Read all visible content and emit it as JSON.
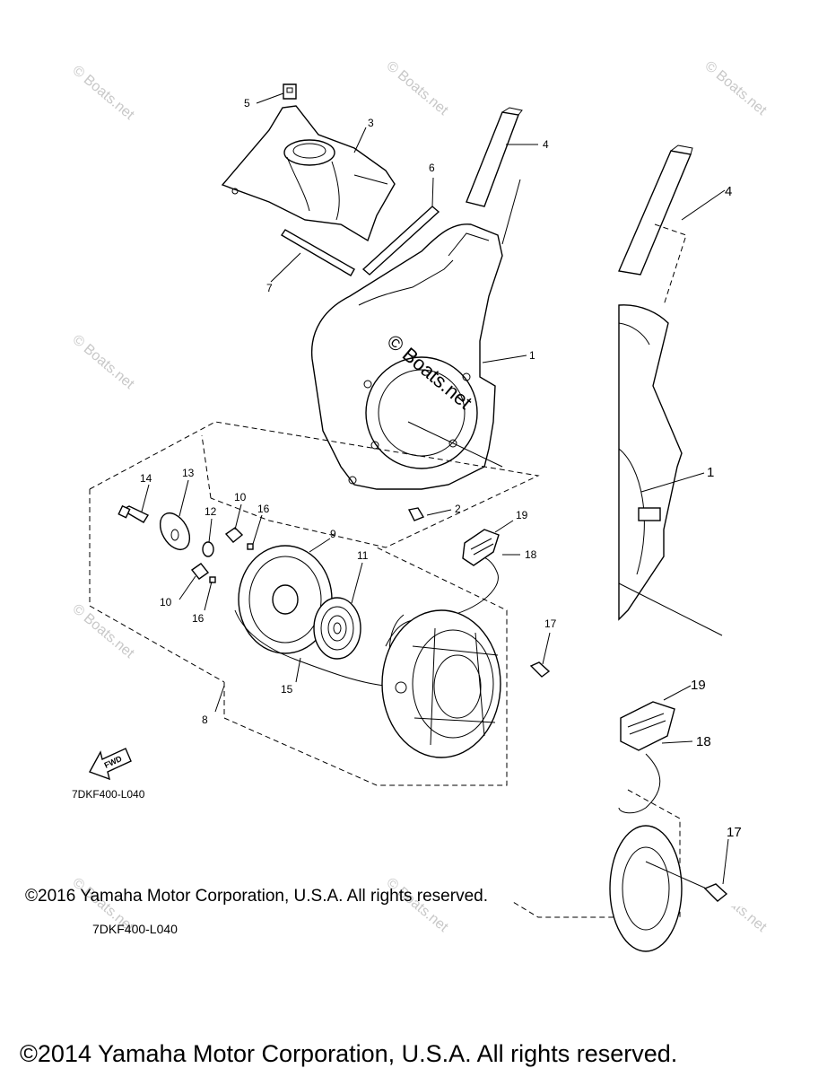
{
  "callouts": {
    "n1": "1",
    "n2": "2",
    "n3": "3",
    "n4": "4",
    "n5": "5",
    "n6": "6",
    "n7": "7",
    "n8": "8",
    "n9": "9",
    "n10": "10",
    "n11": "11",
    "n12": "12",
    "n13": "13",
    "n14": "14",
    "n15": "15",
    "n16": "16",
    "n17": "17",
    "n18": "18",
    "n19": "19"
  },
  "zoom_callouts": {
    "n1": "1",
    "n4": "4",
    "n17": "17",
    "n18": "18",
    "n19": "19"
  },
  "watermark": {
    "text": "© Boats.net"
  },
  "fwd_label": "FWD",
  "diagram_ref": "7DKF400-L040",
  "diagram_ref_2": "7DKF400-L040",
  "copyright_2016": "©2016 Yamaha Motor Corporation, U.S.A. All rights reserved.",
  "copyright_2014": "©2014 Yamaha Motor Corporation, U.S.A. All rights reserved."
}
